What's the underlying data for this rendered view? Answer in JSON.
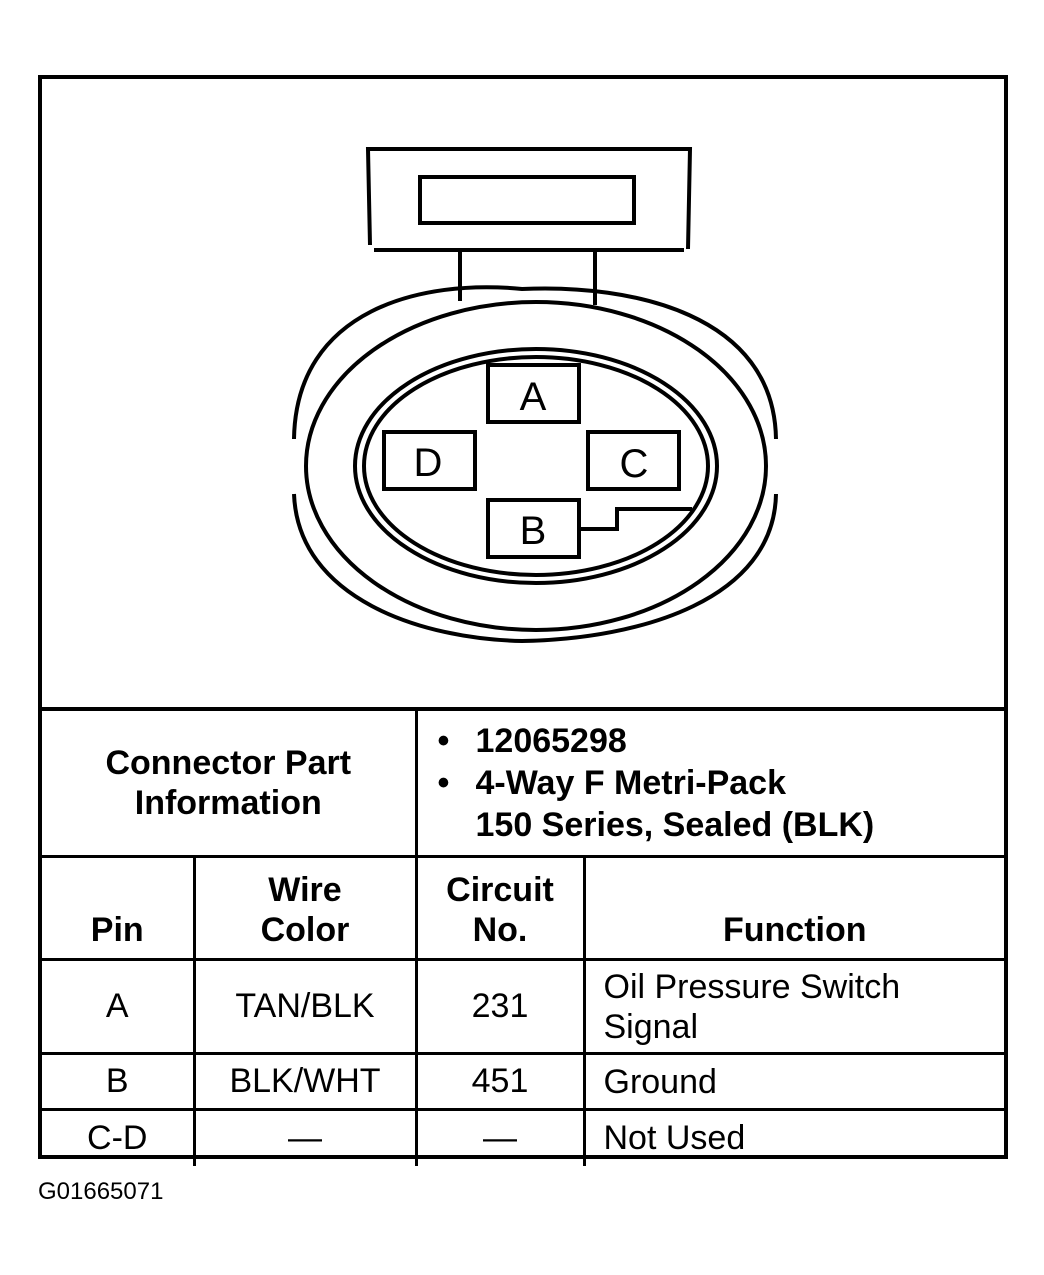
{
  "diagram": {
    "pins": [
      {
        "id": "A",
        "label": "A"
      },
      {
        "id": "B",
        "label": "B"
      },
      {
        "id": "C",
        "label": "C"
      },
      {
        "id": "D",
        "label": "D"
      }
    ]
  },
  "connector_info": {
    "label_line1": "Connector Part",
    "label_line2": "Information",
    "part_number": "12065298",
    "description_line1": "4-Way F Metri-Pack",
    "description_line2": "150 Series, Sealed (BLK)"
  },
  "table": {
    "headers": {
      "pin": "Pin",
      "wire_color_1": "Wire",
      "wire_color_2": "Color",
      "circuit_1": "Circuit",
      "circuit_2": "No.",
      "function": "Function"
    },
    "rows": [
      {
        "pin": "A",
        "wire_color": "TAN/BLK",
        "circuit": "231",
        "function_1": "Oil Pressure Switch",
        "function_2": "Signal"
      },
      {
        "pin": "B",
        "wire_color": "BLK/WHT",
        "circuit": "451",
        "function_1": "Ground",
        "function_2": ""
      },
      {
        "pin": "C-D",
        "wire_color": "—",
        "circuit": "—",
        "function_1": "Not Used",
        "function_2": ""
      }
    ]
  },
  "footer_code": "G01665071"
}
